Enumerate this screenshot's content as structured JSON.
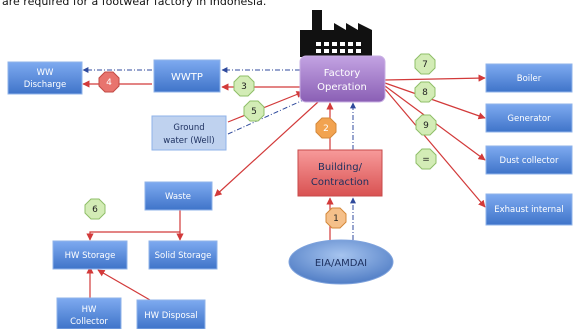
{
  "caption": "are required for a footwear factory in Indonesia.",
  "nodes": {
    "ww_discharge": [
      "WW",
      "Discharge"
    ],
    "wwtp": "WWTP",
    "factory": [
      "Factory",
      "Operation"
    ],
    "ground_water": [
      "Ground",
      "water (Well)"
    ],
    "building": [
      "Building/",
      "Contraction"
    ],
    "eia": "EIA/AMDAI",
    "waste": "Waste",
    "hw_storage": "HW Storage",
    "solid_storage": "Solid Storage",
    "hw_collector": [
      "HW",
      "Collector"
    ],
    "hw_disposal": "HW Disposal",
    "boiler": "Boiler",
    "generator": "Generator",
    "dust_collector": "Dust collector",
    "exhaust_internal": "Exhaust internal"
  },
  "markers": {
    "m1": "1",
    "m2": "2",
    "m3": "3",
    "m4": "4",
    "m5": "5",
    "m6": "6",
    "m7": "7",
    "m8": "8",
    "m9": "9",
    "m10": "="
  },
  "colors": {
    "blue_box": "#5b8fd9",
    "purple_box": "#a07cc4",
    "red_box": "#e86a6a",
    "ellipse": "#5b86c9",
    "green_marker": "#d3ecb6",
    "orange_marker": "#f2a350",
    "red_marker": "#e8746e",
    "arrow_red": "#d23a3a",
    "arrow_blue": "#2f4a9c"
  }
}
